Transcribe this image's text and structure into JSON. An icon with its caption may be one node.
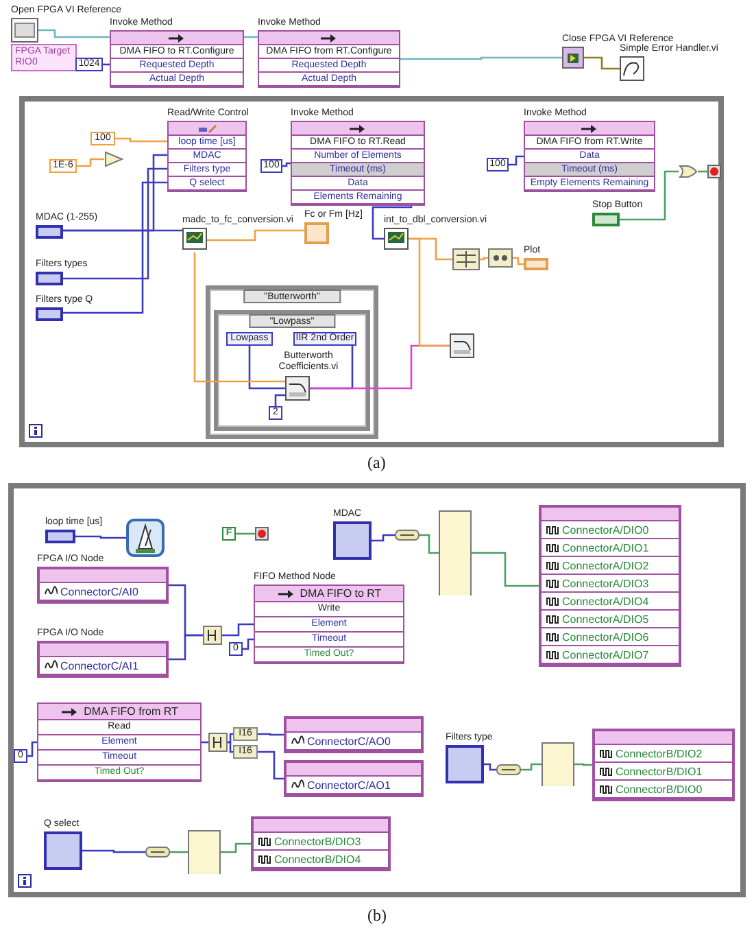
{
  "diagram": {
    "nodes": [
      {
        "text": [
          "Open FPGA VI Reference",
          "FPGA Target RIO0"
        ]
      },
      {
        "text": [
          "1024"
        ]
      },
      {
        "text": [
          "Invoke Method",
          "DMA FIFO to RT.Configure",
          "Requested Depth",
          "Actual Depth"
        ]
      },
      {
        "text": [
          "Invoke Method",
          "DMA FIFO from RT.Configure",
          "Requested Depth",
          "Actual Depth"
        ]
      },
      {
        "text": [
          "Close FPGA VI Reference"
        ]
      },
      {
        "text": [
          "Simple Error Handler.vi"
        ]
      },
      {
        "text": [],
        "shape": "box"
      },
      {
        "text": [
          "Read/Write Control",
          "loop time [us]",
          "MDAC",
          "Filters type",
          "Q select"
        ],
        "in": 6
      },
      {
        "text": [
          "100"
        ],
        "in": 6
      },
      {
        "text": [
          "1E-6"
        ],
        "in": 6
      },
      {
        "text": [],
        "shape": "triangle",
        "in": 6
      },
      {
        "text": [
          "Invoke Method",
          "DMA FIFO to RT.Read",
          "Number of Elements",
          "Timeout (ms)",
          "Data",
          "Elements Remaining"
        ],
        "in": 6
      },
      {
        "text": [
          "100"
        ],
        "in": 6
      },
      {
        "text": [
          "Invoke Method",
          "DMA FIFO from RT.Write",
          "Data",
          "Timeout (ms)",
          "Empty Elements Remaining"
        ],
        "in": 6
      },
      {
        "text": [
          "100"
        ],
        "in": 6
      },
      {
        "text": [
          "Stop Button"
        ],
        "in": 6
      },
      {
        "text": [],
        "shape": "box",
        "in": 6
      },
      {
        "text": [],
        "shape": "box",
        "in": 6
      },
      {
        "text": [
          "MDAC (1-255)"
        ],
        "in": 6
      },
      {
        "text": [
          "Filters types"
        ],
        "in": 6
      },
      {
        "text": [
          "Filters type Q"
        ],
        "in": 6
      },
      {
        "text": [
          "madc_to_fc_conversion.vi"
        ],
        "in": 6
      },
      {
        "text": [
          "Fc or Fm [Hz]"
        ],
        "in": 6
      },
      {
        "text": [
          "int_to_dbl_conversion.vi"
        ],
        "in": 6
      },
      {
        "text": [],
        "shape": "box",
        "in": 6
      },
      {
        "text": [],
        "shape": "box",
        "in": 6
      },
      {
        "text": [
          "Plot"
        ],
        "in": 6
      },
      {
        "text": [
          "\"Butterworth\""
        ],
        "in": 6
      },
      {
        "text": [
          "\"Lowpass\""
        ],
        "in": 27
      },
      {
        "text": [
          "Lowpass"
        ],
        "in": 28
      },
      {
        "text": [
          "IIR 2nd Order"
        ],
        "in": 28
      },
      {
        "text": [
          "Butterworth Coefficients.vi"
        ],
        "in": 28
      },
      {
        "text": [
          "2"
        ],
        "in": 28
      },
      {
        "text": [],
        "shape": "box",
        "in": 6
      },
      {
        "text": [],
        "shape": "box"
      },
      {
        "text": [
          "loop time [us]"
        ],
        "in": 34
      },
      {
        "text": [],
        "shape": "box",
        "in": 34
      },
      {
        "text": [
          "F"
        ],
        "in": 34
      },
      {
        "text": [],
        "shape": "box",
        "in": 34
      },
      {
        "text": [
          "MDAC"
        ],
        "in": 34
      },
      {
        "text": [],
        "shape": "box",
        "in": 34
      },
      {
        "text": [],
        "shape": "box",
        "in": 34
      },
      {
        "text": [
          "ConnectorA/DIO0",
          "ConnectorA/DIO1",
          "ConnectorA/DIO2",
          "ConnectorA/DIO3",
          "ConnectorA/DIO4",
          "ConnectorA/DIO5",
          "ConnectorA/DIO6",
          "ConnectorA/DIO7"
        ],
        "in": 34
      },
      {
        "text": [
          "FPGA I/O Node",
          "ConnectorC/AI0"
        ],
        "in": 34
      },
      {
        "text": [
          "FPGA I/O Node",
          "ConnectorC/AI1"
        ],
        "in": 34
      },
      {
        "text": [],
        "shape": "box",
        "in": 34
      },
      {
        "text": [
          "FIFO Method Node",
          "DMA FIFO to RT",
          "Write",
          "Element",
          "Timeout",
          "Timed Out?"
        ],
        "in": 34
      },
      {
        "text": [
          "0"
        ],
        "in": 34
      },
      {
        "text": [
          "DMA FIFO from RT",
          "Read",
          "Element",
          "Timeout",
          "Timed Out?"
        ],
        "in": 34
      },
      {
        "text": [
          "0"
        ],
        "in": 34
      },
      {
        "text": [],
        "shape": "box",
        "in": 34
      },
      {
        "text": [
          "I16"
        ],
        "in": 34
      },
      {
        "text": [
          "I16"
        ],
        "in": 34
      },
      {
        "text": [
          "ConnectorC/AO0"
        ],
        "in": 34
      },
      {
        "text": [
          "ConnectorC/AO1"
        ],
        "in": 34
      },
      {
        "text": [
          "Filters type"
        ],
        "in": 34
      },
      {
        "text": [],
        "shape": "box",
        "in": 34
      },
      {
        "text": [],
        "shape": "box",
        "in": 34
      },
      {
        "text": [
          "ConnectorB/DIO2",
          "ConnectorB/DIO1",
          "ConnectorB/DIO0"
        ],
        "in": 34
      },
      {
        "text": [
          "Q select"
        ],
        "in": 34
      },
      {
        "text": [],
        "shape": "box",
        "in": 34
      },
      {
        "text": [],
        "shape": "box",
        "in": 34
      },
      {
        "text": [
          "ConnectorB/DIO3",
          "ConnectorB/DIO4"
        ],
        "in": 34
      }
    ],
    "edges": [
      {
        "from": 0,
        "to": 2,
        "arrow": "none",
        "color": "#6fb7c0"
      },
      {
        "from": 1,
        "to": 2,
        "arrow": "none"
      },
      {
        "from": 2,
        "to": 3,
        "arrow": "none",
        "color": "#6fb7c0"
      },
      {
        "from": 3,
        "to": 4,
        "arrow": "none",
        "color": "#6fb7c0"
      },
      {
        "from": 4,
        "to": 5,
        "arrow": "none",
        "color": "#8a7a20"
      },
      {
        "from": 8,
        "to": 7,
        "arrow": "none",
        "color": "#f0a040"
      },
      {
        "from": 9,
        "to": 10,
        "arrow": "none",
        "color": "#f0a040"
      },
      {
        "from": 18,
        "to": 7,
        "arrow": "none"
      },
      {
        "from": 19,
        "to": 7,
        "arrow": "none"
      },
      {
        "from": 20,
        "to": 7,
        "arrow": "none"
      },
      {
        "from": 18,
        "to": 21,
        "arrow": "none"
      },
      {
        "from": 21,
        "to": 22,
        "arrow": "none",
        "color": "#f0a040"
      },
      {
        "from": 12,
        "to": 11,
        "arrow": "none"
      },
      {
        "from": 11,
        "to": 23,
        "arrow": "none"
      },
      {
        "from": 23,
        "to": 24,
        "arrow": "none",
        "color": "#f0a040"
      },
      {
        "from": 24,
        "to": 25,
        "arrow": "none",
        "color": "#f0a040"
      },
      {
        "from": 25,
        "to": 26,
        "arrow": "none",
        "color": "#f0a040"
      },
      {
        "from": 14,
        "to": 13,
        "arrow": "none"
      },
      {
        "from": 15,
        "to": 16,
        "arrow": "none",
        "color": "#4aa060"
      },
      {
        "from": 16,
        "to": 17,
        "arrow": "none",
        "color": "#4aa060"
      },
      {
        "from": 29,
        "to": 31,
        "arrow": "none"
      },
      {
        "from": 30,
        "to": 31,
        "arrow": "none"
      },
      {
        "from": 32,
        "to": 31,
        "arrow": "none"
      },
      {
        "from": 31,
        "to": 33,
        "arrow": "none",
        "color": "#e040d0"
      },
      {
        "from": 23,
        "to": 33,
        "arrow": "none",
        "color": "#f0a040"
      },
      {
        "from": 21,
        "to": 31,
        "arrow": "none",
        "color": "#f0a040"
      },
      {
        "from": 35,
        "to": 36,
        "arrow": "none"
      },
      {
        "from": 37,
        "to": 38,
        "arrow": "none",
        "color": "#4aa060"
      },
      {
        "from": 39,
        "to": 40,
        "arrow": "none"
      },
      {
        "from": 40,
        "to": 41,
        "arrow": "none",
        "color": "#4aa060"
      },
      {
        "from": 41,
        "to": 42,
        "arrow": "none",
        "color": "#4aa060"
      },
      {
        "from": 43,
        "to": 45,
        "arrow": "none"
      },
      {
        "from": 44,
        "to": 45,
        "arrow": "none"
      },
      {
        "from": 45,
        "to": 46,
        "arrow": "none"
      },
      {
        "from": 47,
        "to": 46,
        "arrow": "none"
      },
      {
        "from": 49,
        "to": 48,
        "arrow": "none"
      },
      {
        "from": 48,
        "to": 50,
        "arrow": "none"
      },
      {
        "from": 50,
        "to": 51,
        "arrow": "none"
      },
      {
        "from": 50,
        "to": 52,
        "arrow": "none"
      },
      {
        "from": 51,
        "to": 53,
        "arrow": "none"
      },
      {
        "from": 52,
        "to": 54,
        "arrow": "none"
      },
      {
        "from": 55,
        "to": 56,
        "arrow": "none"
      },
      {
        "from": 56,
        "to": 57,
        "arrow": "none",
        "color": "#4aa060"
      },
      {
        "from": 57,
        "to": 58,
        "arrow": "none",
        "color": "#4aa060"
      },
      {
        "from": 59,
        "to": 60,
        "arrow": "none"
      },
      {
        "from": 60,
        "to": 61,
        "arrow": "none",
        "color": "#4aa060"
      },
      {
        "from": 61,
        "to": 62,
        "arrow": "none",
        "color": "#4aa060"
      }
    ],
    "labels": [
      "(a)",
      "(b)"
    ]
  }
}
